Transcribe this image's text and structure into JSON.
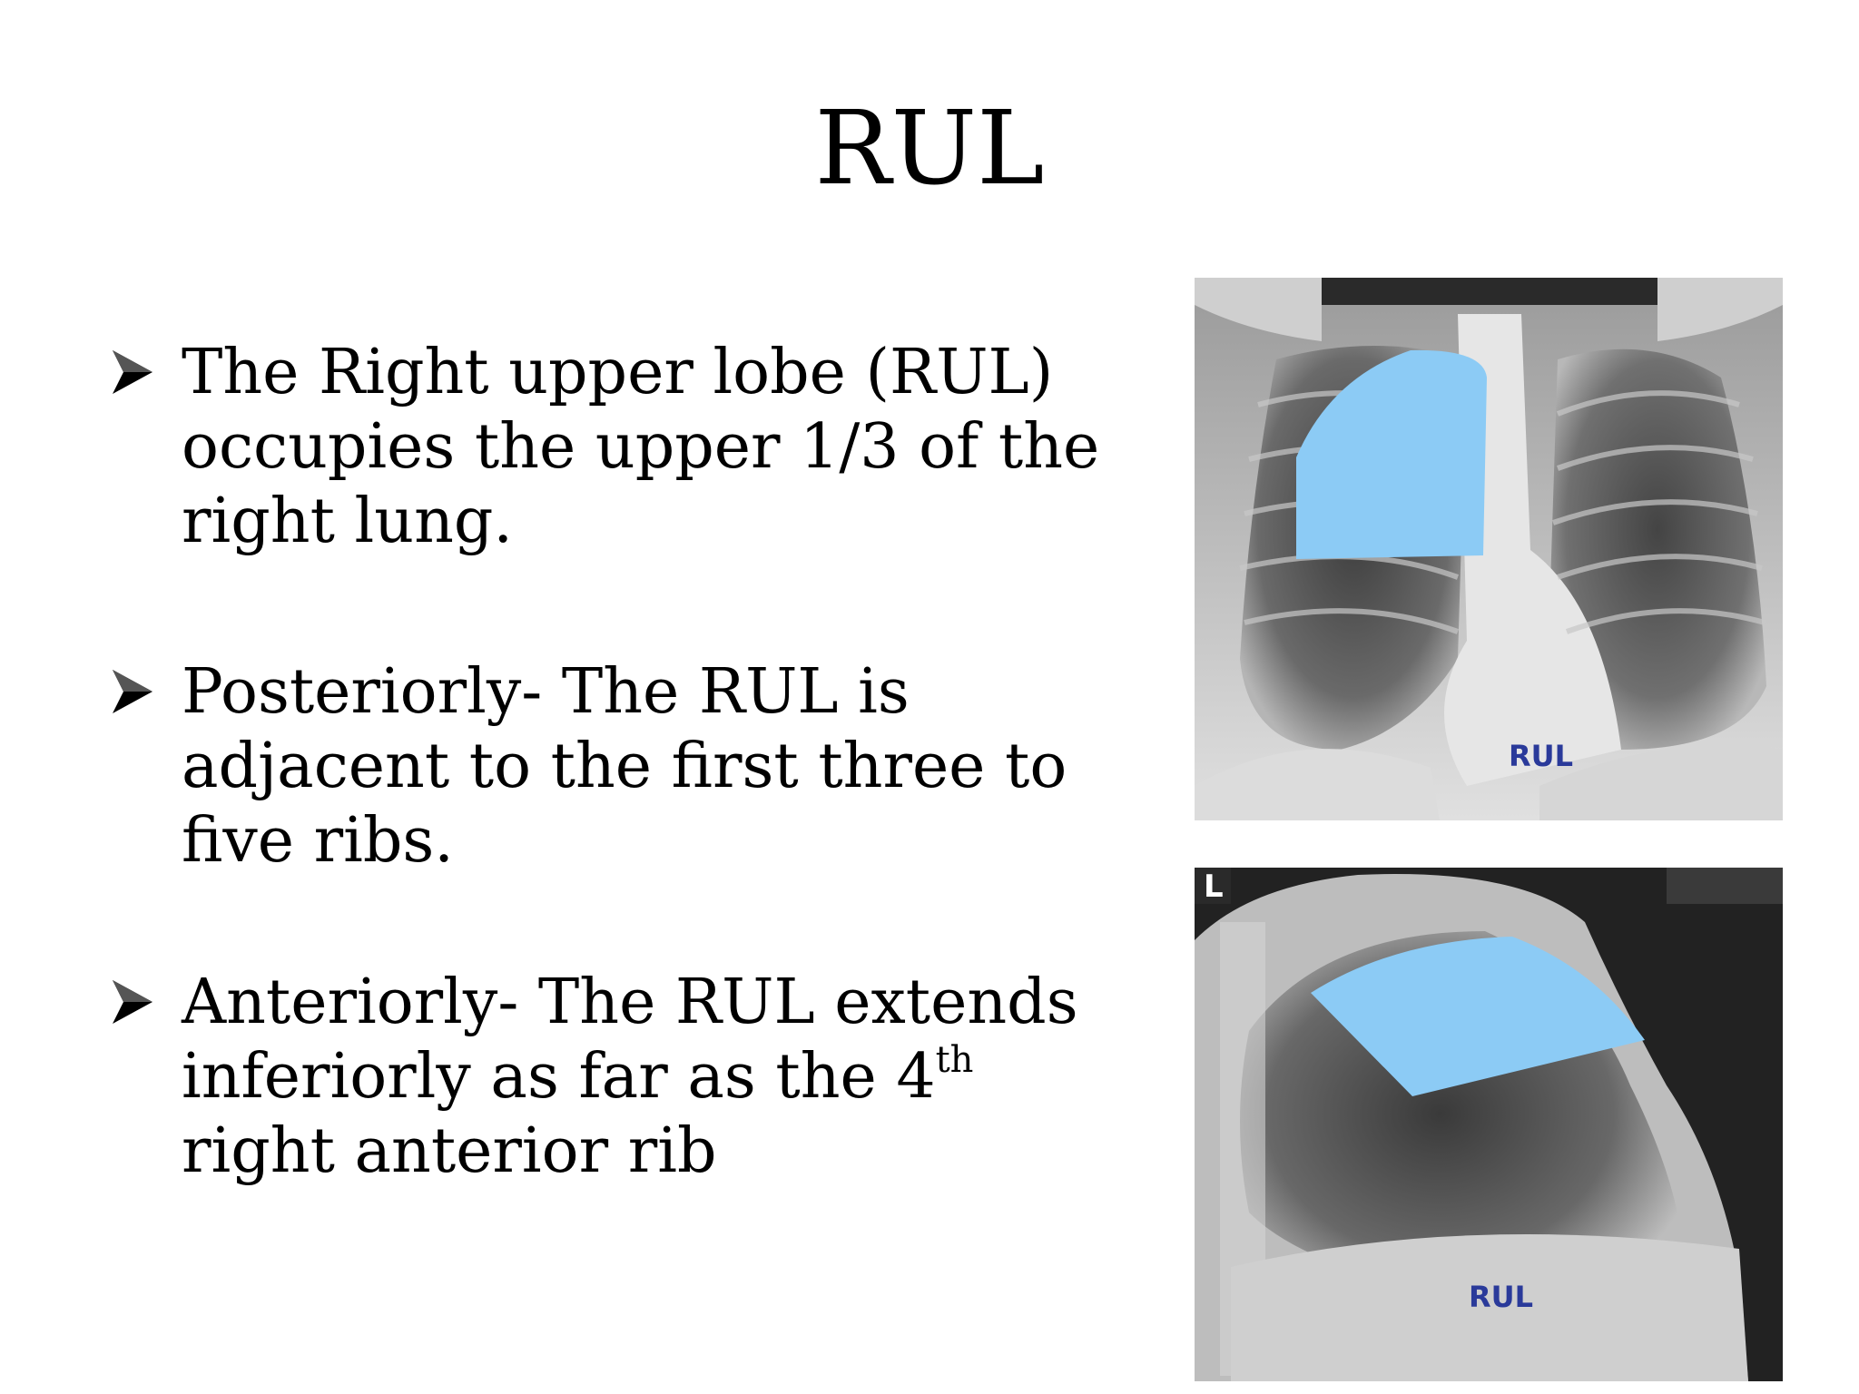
{
  "title": "RUL",
  "bullets": [
    {
      "text": "The Right upper lobe (RUL) occupies the upper 1/3 of the right lung."
    },
    {
      "text": "Posteriorly- The RUL is adjacent to the first three to five ribs."
    },
    {
      "text_before": "Anteriorly- The RUL extends inferiorly as far as the 4",
      "sup": "th",
      "text_after": "  right anterior rib"
    }
  ],
  "images": {
    "pa_label": "RUL",
    "lateral_label": "RUL",
    "lateral_side_marker": "L"
  },
  "colors": {
    "highlight": "#8ccbf5",
    "label": "#2a3a9a"
  }
}
